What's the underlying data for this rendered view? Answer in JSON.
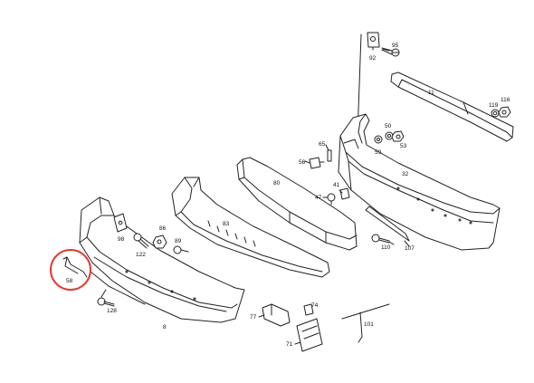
{
  "parts": {
    "p8": "8",
    "p11": "11",
    "p32": "32",
    "p41": "41",
    "p47": "47",
    "p50": "50",
    "p53": "53",
    "p56": "56",
    "p58": "58",
    "p59": "59",
    "p65": "65",
    "p71": "71",
    "p74": "74",
    "p77": "77",
    "p80": "80",
    "p83": "83",
    "p86": "86",
    "p89": "89",
    "p92": "92",
    "p95": "95",
    "p98": "98",
    "p101": "101",
    "p107": "107",
    "p110": "110",
    "p116": "116",
    "p119": "119",
    "p122": "122",
    "p128": "128"
  },
  "highlight": {
    "part": "58",
    "color": "#e03a33"
  }
}
